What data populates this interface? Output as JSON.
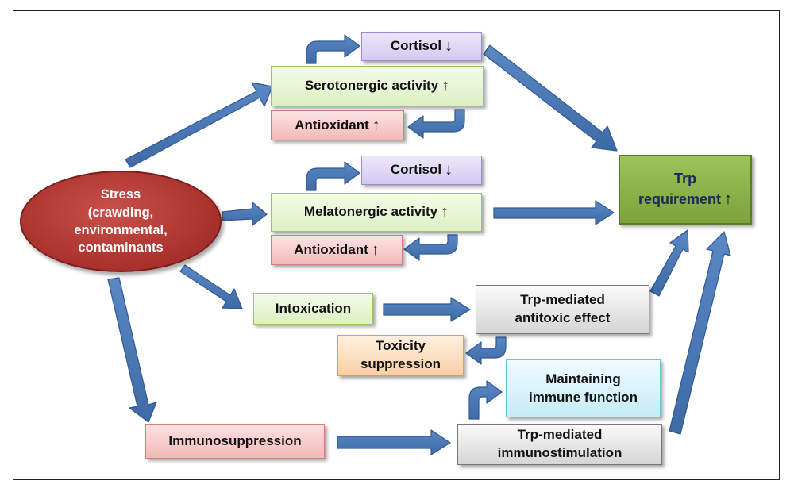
{
  "stress": [
    "Stress",
    "(crawding,",
    "environmental,",
    "contaminants"
  ],
  "boxes": {
    "cortisol_1": "Cortisol",
    "serotonergic": "Serotonergic activity",
    "antioxidant_1": "Antioxidant",
    "cortisol_2": "Cortisol",
    "melatonergic": "Melatonergic activity",
    "antioxidant_2": "Antioxidant",
    "intoxication": "Intoxication",
    "trp_antitoxic": [
      "Trp-mediated",
      "antitoxic effect"
    ],
    "toxicity": [
      "Toxicity",
      "suppression"
    ],
    "immune_function": [
      "Maintaining",
      "immune function"
    ],
    "immunosuppression": "Immunosuppression",
    "trp_immunostim": [
      "Trp-mediated",
      "immunostimulation"
    ],
    "trp_requirement": [
      "Trp",
      "requirement"
    ]
  },
  "symbols": {
    "down": "↓",
    "up": "↑"
  },
  "colors": {
    "arrow_fill": "#4a78b5",
    "arrow_stroke": "#2f5a92",
    "stress_fill": "#a8302c"
  }
}
